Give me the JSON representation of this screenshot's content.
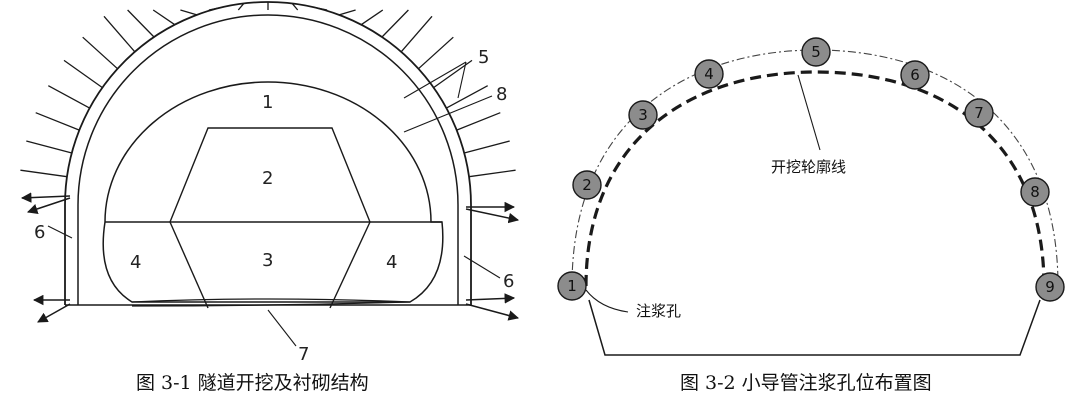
{
  "figure1": {
    "caption": "图 3-1 隧道开挖及衬砌结构",
    "labels": {
      "l1": "1",
      "l2": "2",
      "l3": "3",
      "l4a": "4",
      "l4b": "4",
      "l5": "5",
      "l6a": "6",
      "l6b": "6",
      "l7": "7",
      "l8": "8"
    }
  },
  "figure2": {
    "caption": "图 3-2 小导管注浆孔位布置图",
    "contour_label": "开挖轮廓线",
    "hole_label": "注浆孔",
    "holes": [
      "1",
      "2",
      "3",
      "4",
      "5",
      "6",
      "7",
      "8",
      "9"
    ]
  },
  "colors": {
    "line": "#1a1a1a",
    "hole_fill": "#8c8c8c",
    "background": "#ffffff"
  }
}
